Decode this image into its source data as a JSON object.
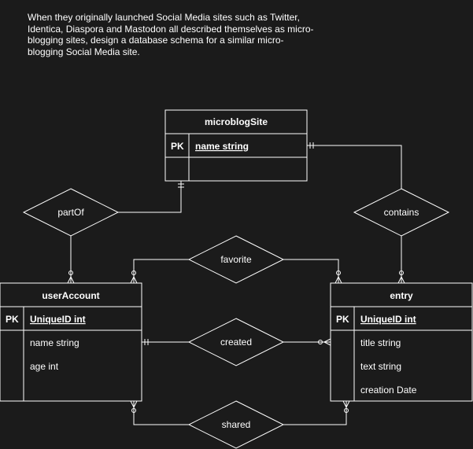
{
  "description": "When they originally launched Social Media sites such as Twitter, Identica, Diaspora and Mastodon all described themselves as micro-blogging sites, design a database schema for a similar micro-blogging Social Media site.",
  "entities": {
    "microblogSite": {
      "title": "microblogSite",
      "pk_label": "PK",
      "key": "name string",
      "attributes": []
    },
    "userAccount": {
      "title": "userAccount",
      "pk_label": "PK",
      "key": "UniqueID int",
      "attributes": [
        "name string",
        "age int"
      ]
    },
    "entry": {
      "title": "entry",
      "pk_label": "PK",
      "key": "UniqueID int",
      "attributes": [
        "title string",
        "text string",
        "creation Date"
      ]
    }
  },
  "relationships": {
    "partOf": "partOf",
    "contains": "contains",
    "favorite": "favorite",
    "created": "created",
    "shared": "shared"
  }
}
